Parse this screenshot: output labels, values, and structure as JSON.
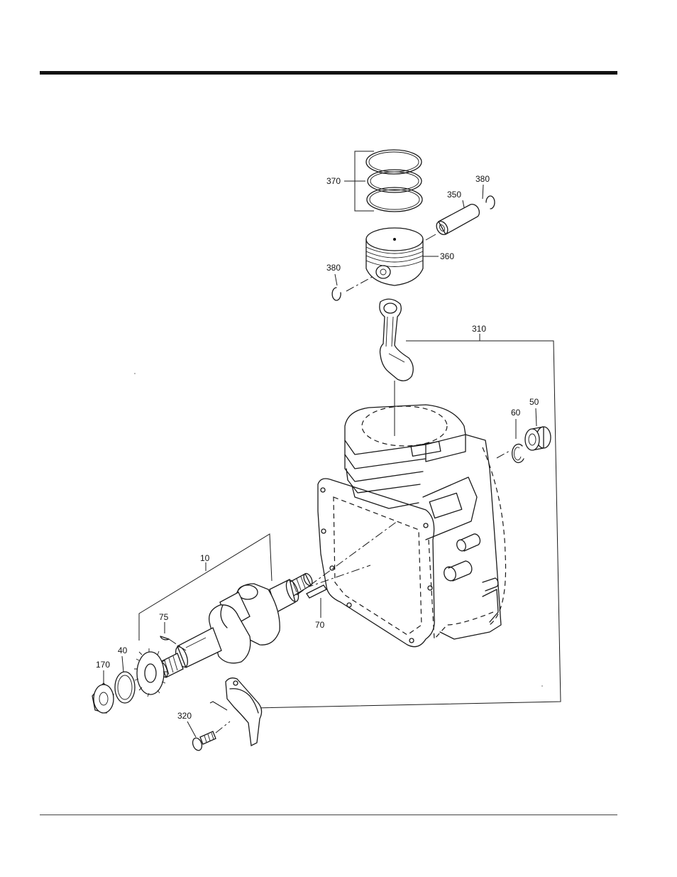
{
  "diagram": {
    "callouts": {
      "c370": "370",
      "c380a": "380",
      "c350": "350",
      "c360": "360",
      "c380b": "380",
      "c310": "310",
      "c60": "60",
      "c50": "50",
      "c10": "10",
      "c75": "75",
      "c70": "70",
      "c40": "40",
      "c170": "170",
      "c320": "320"
    },
    "parts": [
      "piston-rings",
      "piston-pin-clip",
      "piston-pin",
      "piston",
      "connecting-rod",
      "cylinder-block",
      "oil-seal",
      "bearing",
      "crankshaft",
      "woodruff-key",
      "key",
      "crank-gear",
      "washer",
      "bushing",
      "rod-cap",
      "rod-bolt"
    ]
  }
}
